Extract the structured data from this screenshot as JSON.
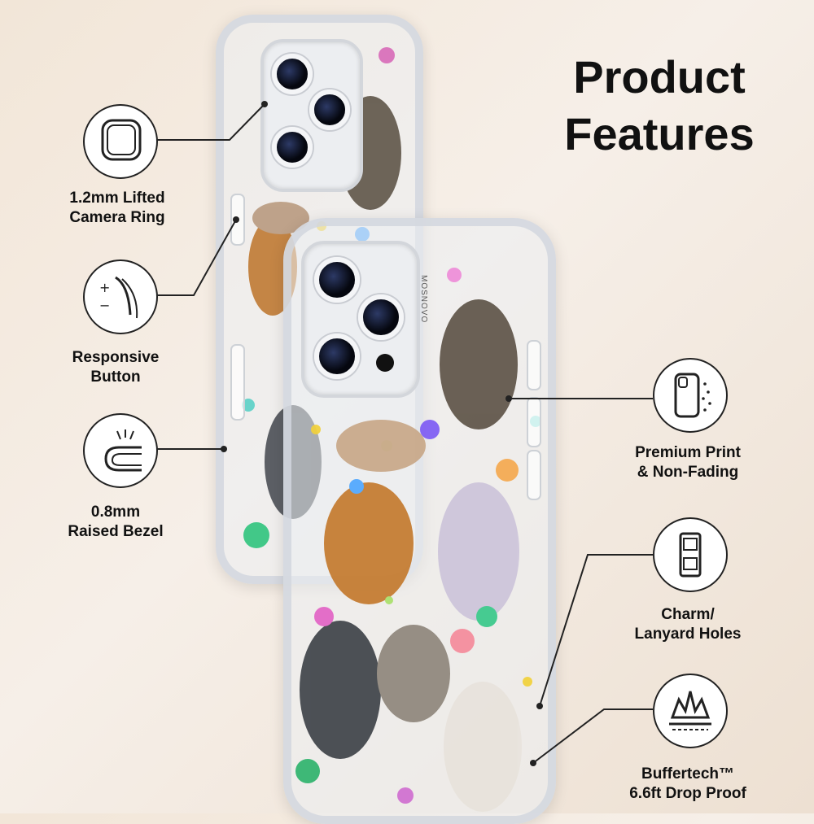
{
  "header": {
    "title_line1": "Product",
    "title_line2": "Features"
  },
  "phone": {
    "brand_text": "MOSNOVO"
  },
  "features_left": [
    {
      "line1": "1.2mm Lifted",
      "line2": "Camera Ring",
      "icon": "camera-ring-icon"
    },
    {
      "line1": "Responsive",
      "line2": "Button",
      "icon": "responsive-button-icon"
    },
    {
      "line1": "0.8mm",
      "line2": "Raised Bezel",
      "icon": "raised-bezel-icon"
    }
  ],
  "features_right": [
    {
      "line1": "Premium Print",
      "line2": "& Non-Fading",
      "icon": "premium-print-icon"
    },
    {
      "line1": "Charm/",
      "line2": "Lanyard Holes",
      "icon": "lanyard-holes-icon"
    },
    {
      "line1": "Buffertech™",
      "line2": "6.6ft Drop Proof",
      "icon": "drop-proof-icon"
    }
  ],
  "colors": {
    "text": "#111111",
    "line": "#222222",
    "background": "#f2e6d8"
  }
}
